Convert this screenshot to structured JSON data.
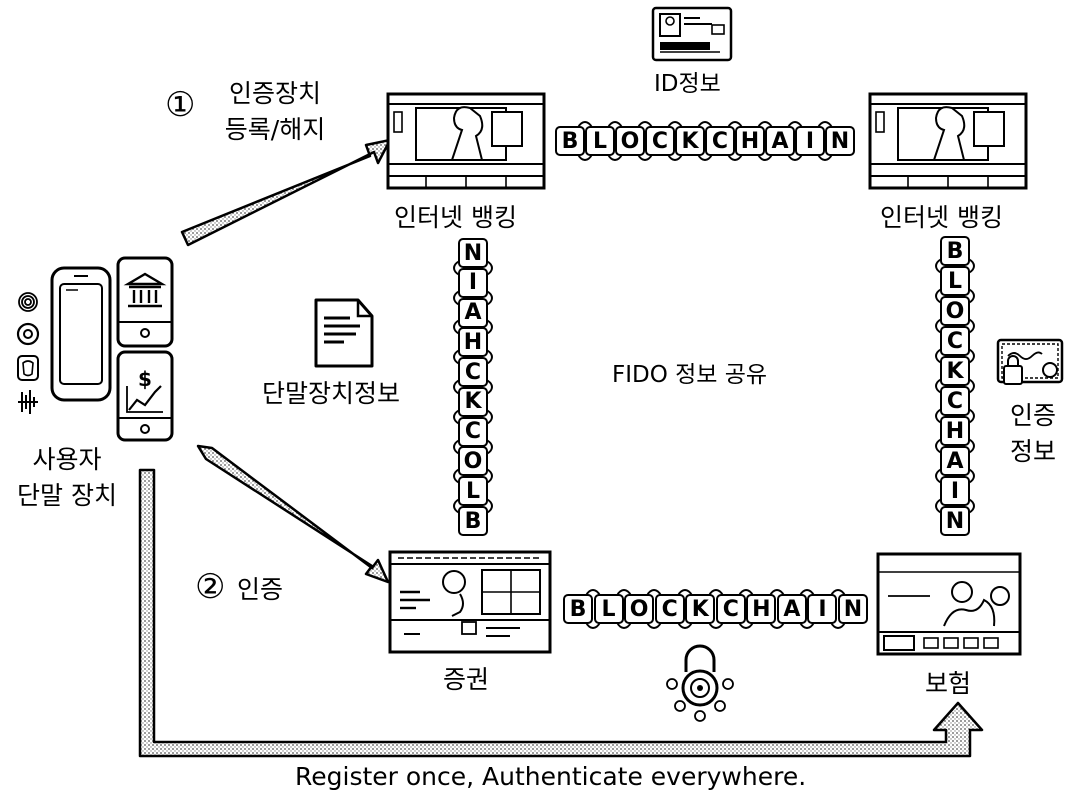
{
  "labels": {
    "step1_number": "①",
    "step1_line1": "인증장치",
    "step1_line2": "등록/해지",
    "step2_number": "②",
    "step2_text": "인증",
    "id_info": "ID정보",
    "internet_banking_left": "인터넷 뱅킹",
    "internet_banking_right": "인터넷 뱅킹",
    "device_info": "단말장치정보",
    "fido_share": "FIDO 정보 공유",
    "auth_info_line1": "인증",
    "auth_info_line2": "정보",
    "user_device_line1": "사용자",
    "user_device_line2": "단말 장치",
    "securities": "증권",
    "insurance": "보험",
    "footer": "Register once, Authenticate everywhere."
  },
  "chains": {
    "top": "BLOCKCHAIN",
    "bottom": "BLOCKCHAIN",
    "left_vertical": "NIAHCKCOLB",
    "right_vertical": "BLOCKCHAIN"
  },
  "icons": {
    "biometrics": [
      "fingerprint-icon",
      "iris-icon",
      "face-icon",
      "voice-icon"
    ],
    "phone": "smartphone-icon",
    "bank_app": "bank-icon",
    "finance_app": "dollar-chart-icon",
    "id_card": "id-card-icon",
    "document": "document-icon",
    "certificate": "certificate-icon",
    "lock": "padlock-icon"
  },
  "colors": {
    "ink": "#000000",
    "paper": "#ffffff",
    "arrow_fill": "#cfcfcf"
  }
}
